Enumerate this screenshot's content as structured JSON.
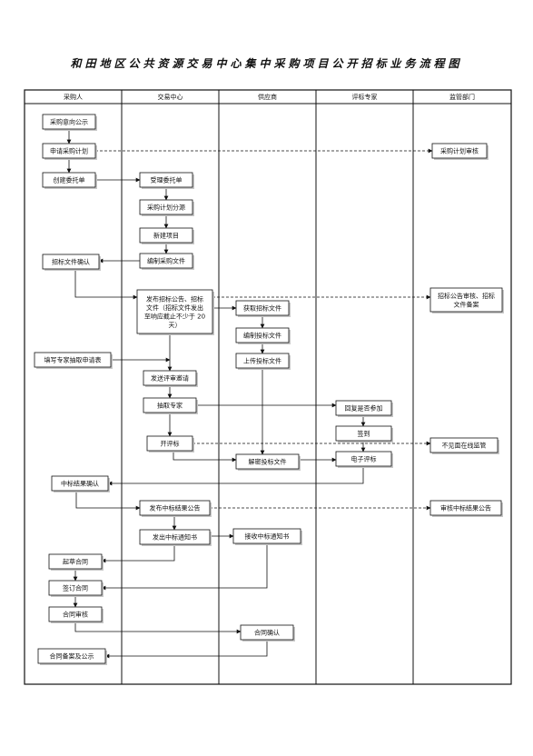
{
  "title": "和田地区公共资源交易中心集中采购项目公开招标业务流程图",
  "lanes": [
    "采购人",
    "交易中心",
    "供应商",
    "评标专家",
    "监管部门"
  ],
  "nodes": {
    "n1": "采购意向公示",
    "n2": "申请采购计划",
    "n3": "采购计划审核",
    "n4": "创建委托单",
    "n5": "受理委托单",
    "n6": "采购计划分源",
    "n7": "新建项目",
    "n8": "编制采购文件",
    "n9": "招标文件确认",
    "n10": [
      "发布招标公告、招标",
      "文件（招标文件发出",
      "至响应截止不少于 20",
      "天）"
    ],
    "n11": [
      "招标公告审核、招标",
      "文件备案"
    ],
    "n12": "获取招标文件",
    "n13": "编制投标文件",
    "n14": "填写专家抽取申请表",
    "n15": "上传投标文件",
    "n16": "发送评审邀请",
    "n17": "抽取专家",
    "n18": "回复是否参加",
    "n19": "签到",
    "n20": "开评标",
    "n21": "不见面在线监管",
    "n22": "解密投标文件",
    "n23": "电子评标",
    "n24": "中标结果确认",
    "n25": "发布中标结果公告",
    "n26": "审核中标结果公告",
    "n27": "发出中标通知书",
    "n28": "接收中标通知书",
    "n29": "起草合同",
    "n30": "签订合同",
    "n31": "合同审核",
    "n32": "合同确认",
    "n33": "合同备案及公示"
  }
}
